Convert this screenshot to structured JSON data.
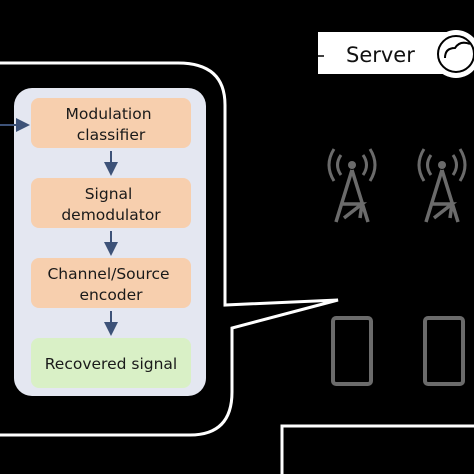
{
  "server": {
    "label": "Server"
  },
  "pipeline": {
    "modulation_classifier": [
      "Modulation",
      "classifier"
    ],
    "signal_demodulator": [
      "Signal",
      "demodulator"
    ],
    "channel_source_encoder": [
      "Channel/Source",
      "encoder"
    ],
    "recovered_signal": [
      "Recovered signal"
    ]
  },
  "colors": {
    "background": "#000000",
    "panel": "#e4e7f1",
    "stage_box": "#f7cfae",
    "output_box": "#d9f0c6",
    "arrow": "#3d5278",
    "outline": "#ffffff"
  },
  "icons": [
    "cloud-icon",
    "cell-tower-icon",
    "cell-tower-icon",
    "phone-icon",
    "phone-icon"
  ]
}
